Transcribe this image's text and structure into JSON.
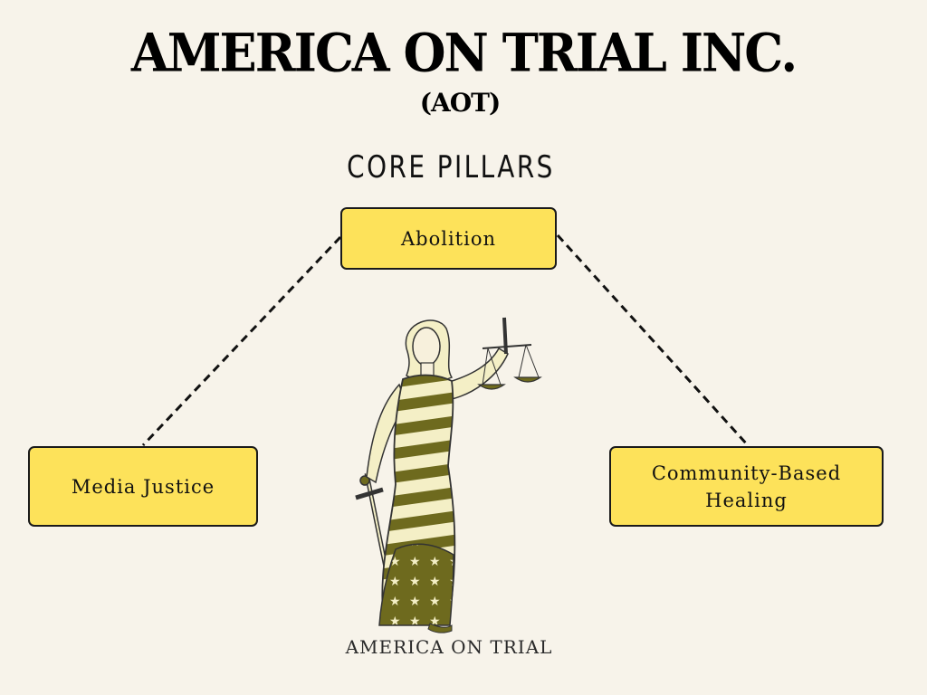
{
  "header": {
    "title": "AMERICA ON TRIAL INC.",
    "subtitle": "(AOT)"
  },
  "diagram": {
    "heading": "CORE PILLARS",
    "pillars": {
      "top": {
        "label": "Abolition"
      },
      "left": {
        "label": "Media Justice"
      },
      "right": {
        "label": "Community-Based\nHealing"
      }
    },
    "connector_style": "dashed",
    "box_color": "#fde25a",
    "line_color": "#111111"
  },
  "illustration": {
    "name": "lady-justice-illustration",
    "caption": "AMERICA ON TRIAL",
    "stripe_color": "#6e6a1e",
    "fabric_color": "#f4efc6"
  }
}
